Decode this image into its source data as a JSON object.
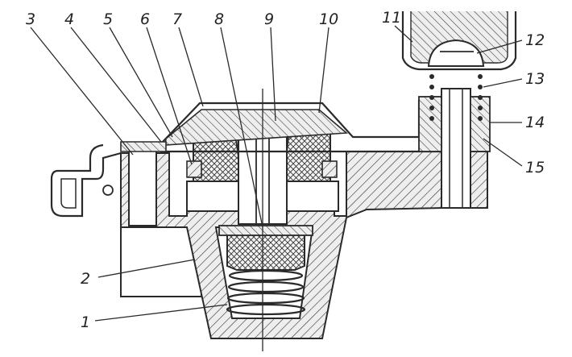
{
  "diagram": {
    "callouts": [
      {
        "id": "c3",
        "label": "3"
      },
      {
        "id": "c4",
        "label": "4"
      },
      {
        "id": "c5",
        "label": "5"
      },
      {
        "id": "c6",
        "label": "6"
      },
      {
        "id": "c7",
        "label": "7"
      },
      {
        "id": "c8",
        "label": "8"
      },
      {
        "id": "c9",
        "label": "9"
      },
      {
        "id": "c10",
        "label": "10"
      },
      {
        "id": "c11",
        "label": "11"
      },
      {
        "id": "c12",
        "label": "12"
      },
      {
        "id": "c13",
        "label": "13"
      },
      {
        "id": "c14",
        "label": "14"
      },
      {
        "id": "c15",
        "label": "15"
      },
      {
        "id": "c2",
        "label": "2"
      },
      {
        "id": "c1",
        "label": "1"
      }
    ],
    "colors": {
      "ink": "#2a2a2a",
      "body_fill": "#e6e6e6",
      "paper": "#ffffff"
    }
  }
}
